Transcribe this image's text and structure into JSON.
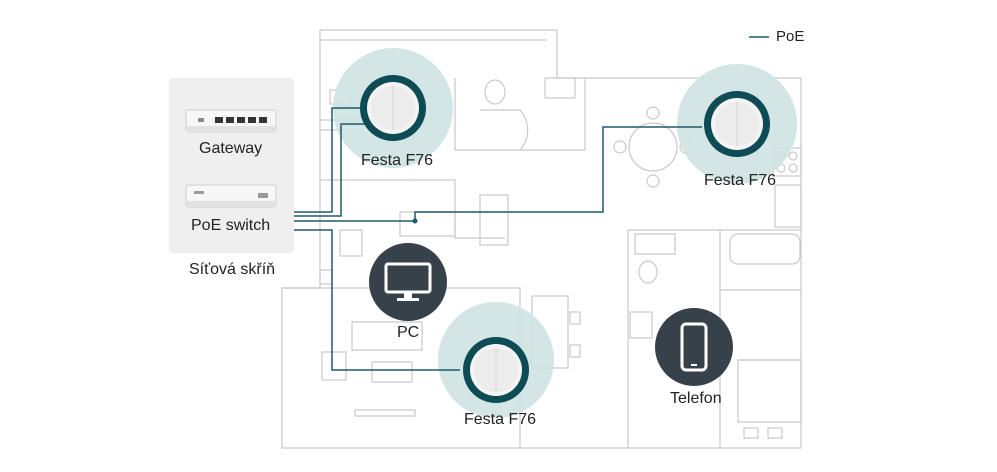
{
  "colors": {
    "poe_line": "#1e5a6b",
    "ap_ring": "#0d4b55",
    "ap_halo": "#cfe2e3",
    "device_circle": "#36414a",
    "floorplan": "#c9c9c9",
    "rack_bg": "#efefef"
  },
  "legend": {
    "poe_label": "PoE"
  },
  "rack": {
    "title": "Síťová skříň",
    "gateway_label": "Gateway",
    "poe_switch_label": "PoE switch"
  },
  "access_points": [
    {
      "label": "Festa F76",
      "icon": "ceiling-access-point-icon"
    },
    {
      "label": "Festa F76",
      "icon": "ceiling-access-point-icon"
    },
    {
      "label": "Festa F76",
      "icon": "ceiling-access-point-icon"
    }
  ],
  "clients": {
    "pc": {
      "label": "PC",
      "icon": "monitor-icon"
    },
    "phone": {
      "label": "Telefon",
      "icon": "smartphone-icon"
    }
  }
}
